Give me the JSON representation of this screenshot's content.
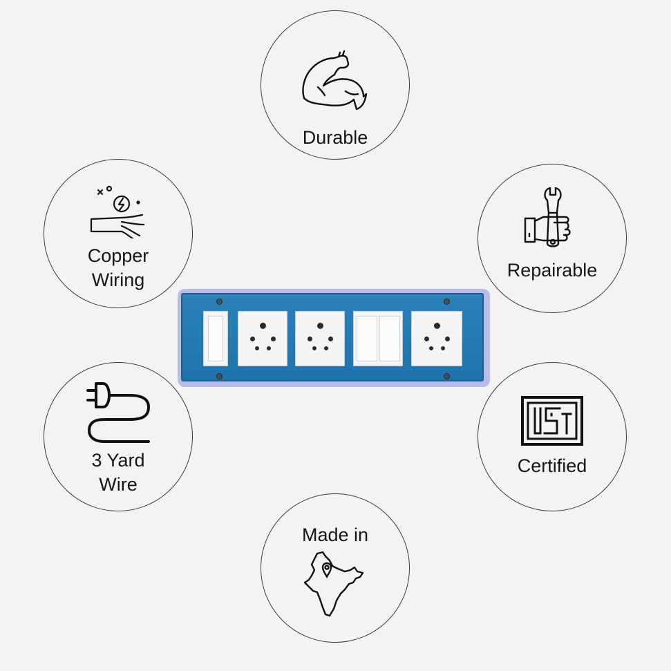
{
  "features": {
    "durable": {
      "icon": "flexed-arm-icon",
      "lines": [
        "Durable"
      ]
    },
    "copper": {
      "icon": "copper-wire-icon",
      "lines": [
        "Copper",
        "Wiring"
      ]
    },
    "repairable": {
      "icon": "hand-wrench-icon",
      "lines": [
        "Repairable"
      ]
    },
    "yard": {
      "icon": "plug-cable-icon",
      "lines": [
        "3 Yard",
        "Wire"
      ]
    },
    "certified": {
      "icon": "isi-mark-icon",
      "lines": [
        "Certified"
      ]
    },
    "made_in": {
      "icon": "india-map-pin-icon",
      "lines": [
        "Made in"
      ]
    }
  },
  "product": {
    "name": "switchboard-extension-board",
    "modules": [
      "switch",
      "socket",
      "socket",
      "double-switch",
      "socket"
    ],
    "colors": {
      "board": "#2680b8",
      "border": "#b8bde8",
      "module": "#f3f4f6"
    }
  }
}
